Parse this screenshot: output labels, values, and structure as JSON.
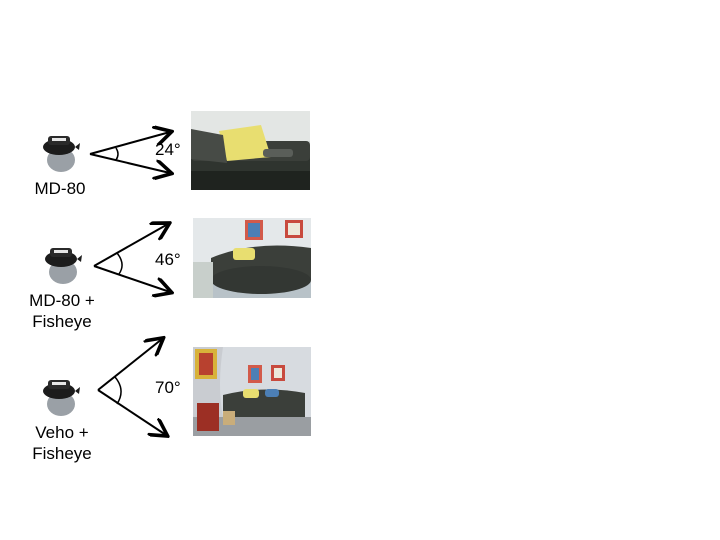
{
  "rows": [
    {
      "label_line1": "MD-80",
      "label_line2": "",
      "angle": "24°",
      "camera_icon": "webcam-icon"
    },
    {
      "label_line1": "MD-80 +",
      "label_line2": "Fisheye",
      "angle": "46°",
      "camera_icon": "webcam-icon"
    },
    {
      "label_line1": "Veho +",
      "label_line2": "Fisheye",
      "angle": "70°",
      "camera_icon": "webcam-icon"
    }
  ],
  "colors": {
    "sofa": "#3b3f3a",
    "pillow": "#e8de70",
    "wall": "#dcdfe0"
  }
}
